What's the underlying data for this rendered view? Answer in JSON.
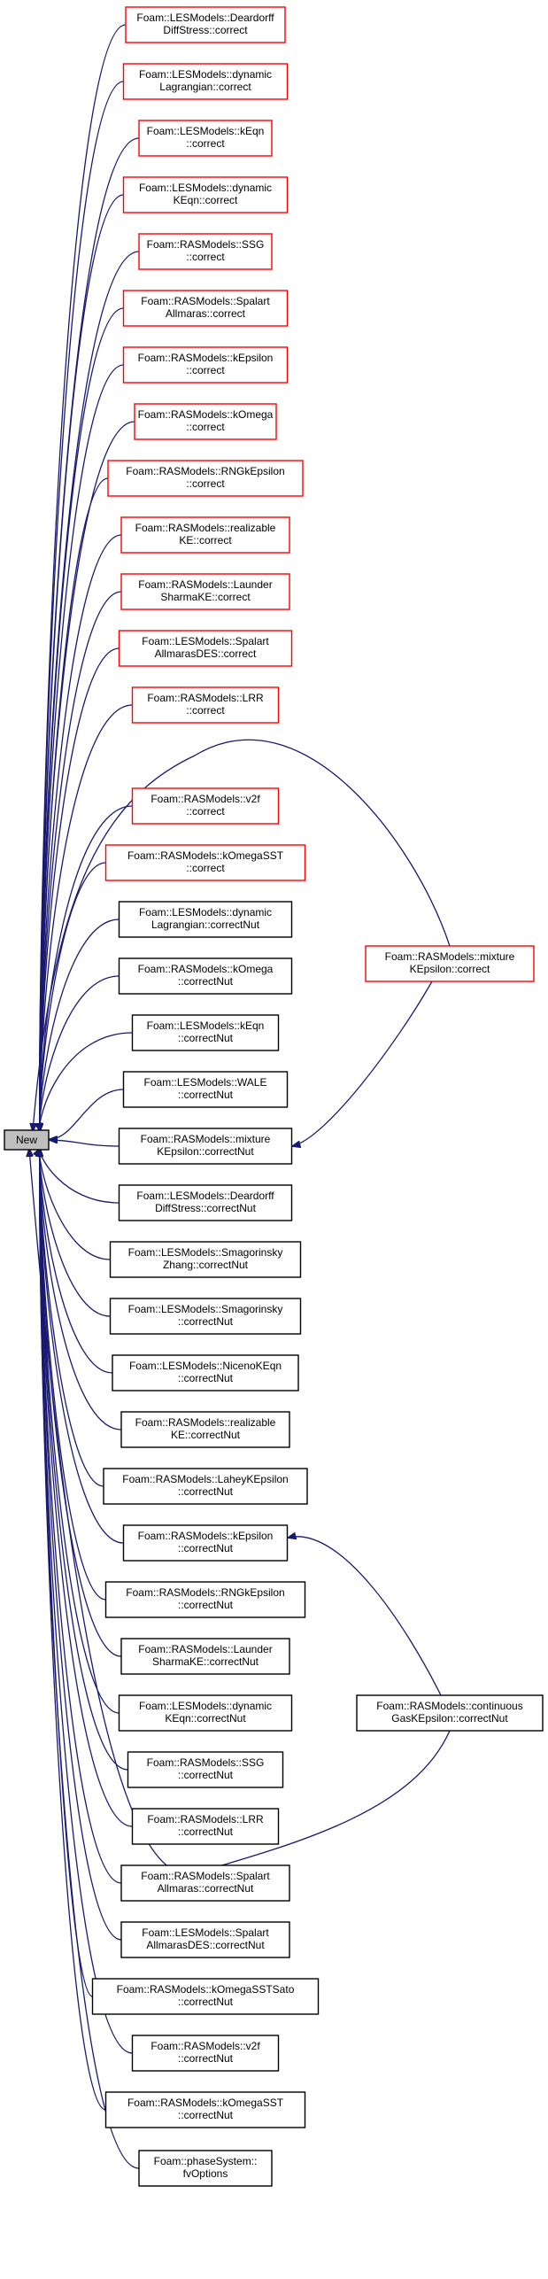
{
  "root": {
    "label": "New"
  },
  "callers": [
    {
      "lines": [
        "Foam::LESModels::Deardorff",
        "DiffStress::correct"
      ],
      "color": "red"
    },
    {
      "lines": [
        "Foam::LESModels::dynamic",
        "Lagrangian::correct"
      ],
      "color": "red"
    },
    {
      "lines": [
        "Foam::LESModels::kEqn",
        "::correct"
      ],
      "color": "red"
    },
    {
      "lines": [
        "Foam::LESModels::dynamic",
        "KEqn::correct"
      ],
      "color": "red"
    },
    {
      "lines": [
        "Foam::RASModels::SSG",
        "::correct"
      ],
      "color": "red"
    },
    {
      "lines": [
        "Foam::RASModels::Spalart",
        "Allmaras::correct"
      ],
      "color": "red"
    },
    {
      "lines": [
        "Foam::RASModels::kEpsilon",
        "::correct"
      ],
      "color": "red"
    },
    {
      "lines": [
        "Foam::RASModels::kOmega",
        "::correct"
      ],
      "color": "red"
    },
    {
      "lines": [
        "Foam::RASModels::RNGkEpsilon",
        "::correct"
      ],
      "color": "red"
    },
    {
      "lines": [
        "Foam::RASModels::realizable",
        "KE::correct"
      ],
      "color": "red"
    },
    {
      "lines": [
        "Foam::RASModels::Launder",
        "SharmaKE::correct"
      ],
      "color": "red"
    },
    {
      "lines": [
        "Foam::LESModels::Spalart",
        "AllmarasDES::correct"
      ],
      "color": "red"
    },
    {
      "lines": [
        "Foam::RASModels::LRR",
        "::correct"
      ],
      "color": "red"
    },
    {
      "lines": [
        "Foam::RASModels::v2f",
        "::correct"
      ],
      "color": "red"
    },
    {
      "lines": [
        "Foam::RASModels::kOmegaSST",
        "::correct"
      ],
      "color": "red"
    },
    {
      "lines": [
        "Foam::LESModels::dynamic",
        "Lagrangian::correctNut"
      ],
      "color": "black"
    },
    {
      "lines": [
        "Foam::RASModels::kOmega",
        "::correctNut"
      ],
      "color": "black"
    },
    {
      "lines": [
        "Foam::LESModels::kEqn",
        "::correctNut"
      ],
      "color": "black"
    },
    {
      "lines": [
        "Foam::LESModels::WALE",
        "::correctNut"
      ],
      "color": "black"
    },
    {
      "lines": [
        "Foam::RASModels::mixture",
        "KEpsilon::correctNut"
      ],
      "color": "black"
    },
    {
      "lines": [
        "Foam::LESModels::Deardorff",
        "DiffStress::correctNut"
      ],
      "color": "black"
    },
    {
      "lines": [
        "Foam::LESModels::Smagorinsky",
        "Zhang::correctNut"
      ],
      "color": "black"
    },
    {
      "lines": [
        "Foam::LESModels::Smagorinsky",
        "::correctNut"
      ],
      "color": "black"
    },
    {
      "lines": [
        "Foam::LESModels::NicenoKEqn",
        "::correctNut"
      ],
      "color": "black"
    },
    {
      "lines": [
        "Foam::RASModels::realizable",
        "KE::correctNut"
      ],
      "color": "black"
    },
    {
      "lines": [
        "Foam::RASModels::LaheyKEpsilon",
        "::correctNut"
      ],
      "color": "black"
    },
    {
      "lines": [
        "Foam::RASModels::kEpsilon",
        "::correctNut"
      ],
      "color": "black"
    },
    {
      "lines": [
        "Foam::RASModels::RNGkEpsilon",
        "::correctNut"
      ],
      "color": "black"
    },
    {
      "lines": [
        "Foam::RASModels::Launder",
        "SharmaKE::correctNut"
      ],
      "color": "black"
    },
    {
      "lines": [
        "Foam::LESModels::dynamic",
        "KEqn::correctNut"
      ],
      "color": "black"
    },
    {
      "lines": [
        "Foam::RASModels::SSG",
        "::correctNut"
      ],
      "color": "black"
    },
    {
      "lines": [
        "Foam::RASModels::LRR",
        "::correctNut"
      ],
      "color": "black"
    },
    {
      "lines": [
        "Foam::RASModels::Spalart",
        "Allmaras::correctNut"
      ],
      "color": "black"
    },
    {
      "lines": [
        "Foam::LESModels::Spalart",
        "AllmarasDES::correctNut"
      ],
      "color": "black"
    },
    {
      "lines": [
        "Foam::RASModels::kOmegaSSTSato",
        "::correctNut"
      ],
      "color": "black"
    },
    {
      "lines": [
        "Foam::RASModels::v2f",
        "::correctNut"
      ],
      "color": "black"
    },
    {
      "lines": [
        "Foam::RASModels::kOmegaSST",
        "::correctNut"
      ],
      "color": "black"
    },
    {
      "lines": [
        "Foam::phaseSystem::",
        "fvOptions"
      ],
      "color": "black"
    }
  ],
  "secondary": [
    {
      "lines": [
        "Foam::RASModels::mixture",
        "KEpsilon::correct"
      ],
      "color": "red",
      "calls": 19
    },
    {
      "lines": [
        "Foam::RASModels::continuous",
        "GasKEpsilon::correctNut"
      ],
      "color": "black",
      "calls": 26
    }
  ],
  "colors": {
    "edge": "#191970",
    "red_border": "#ff0000",
    "black_border": "#000000",
    "root_fill": "#bfbfbf"
  }
}
